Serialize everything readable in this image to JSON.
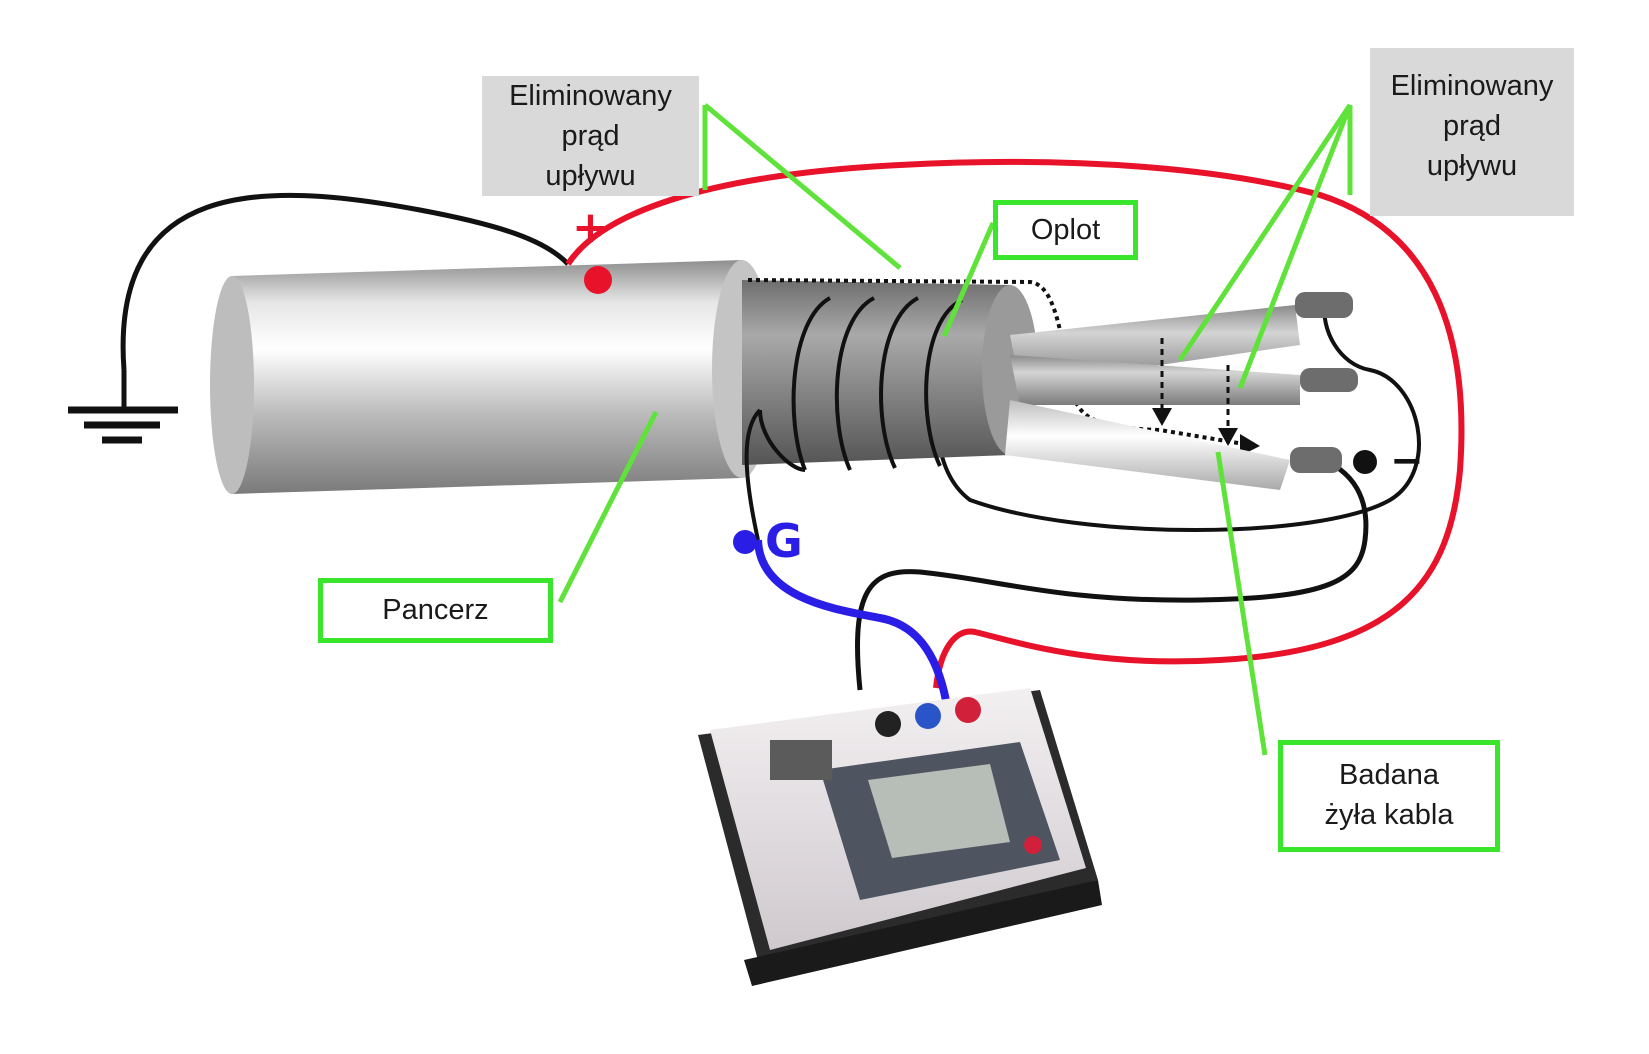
{
  "labels": {
    "leak_left": [
      "Eliminowany",
      "prąd",
      "upływu"
    ],
    "leak_right": [
      "Eliminowany",
      "prąd",
      "upływu"
    ],
    "braid": "Oplot",
    "armor": "Pancerz",
    "core": [
      "Badana",
      "żyła kabla"
    ]
  },
  "terminals": {
    "plus": "+",
    "minus": "−",
    "guard": "G"
  },
  "colors": {
    "callout_border": "#39e62b",
    "callout_fill_gray": "#d9d9d9",
    "positive_lead": "#e8122a",
    "guard_lead": "#2a1ee6",
    "negative_lead": "#111111",
    "leader_line": "#5fe33a"
  },
  "icons": [
    "ground-symbol-icon",
    "insulation-tester-icon"
  ]
}
